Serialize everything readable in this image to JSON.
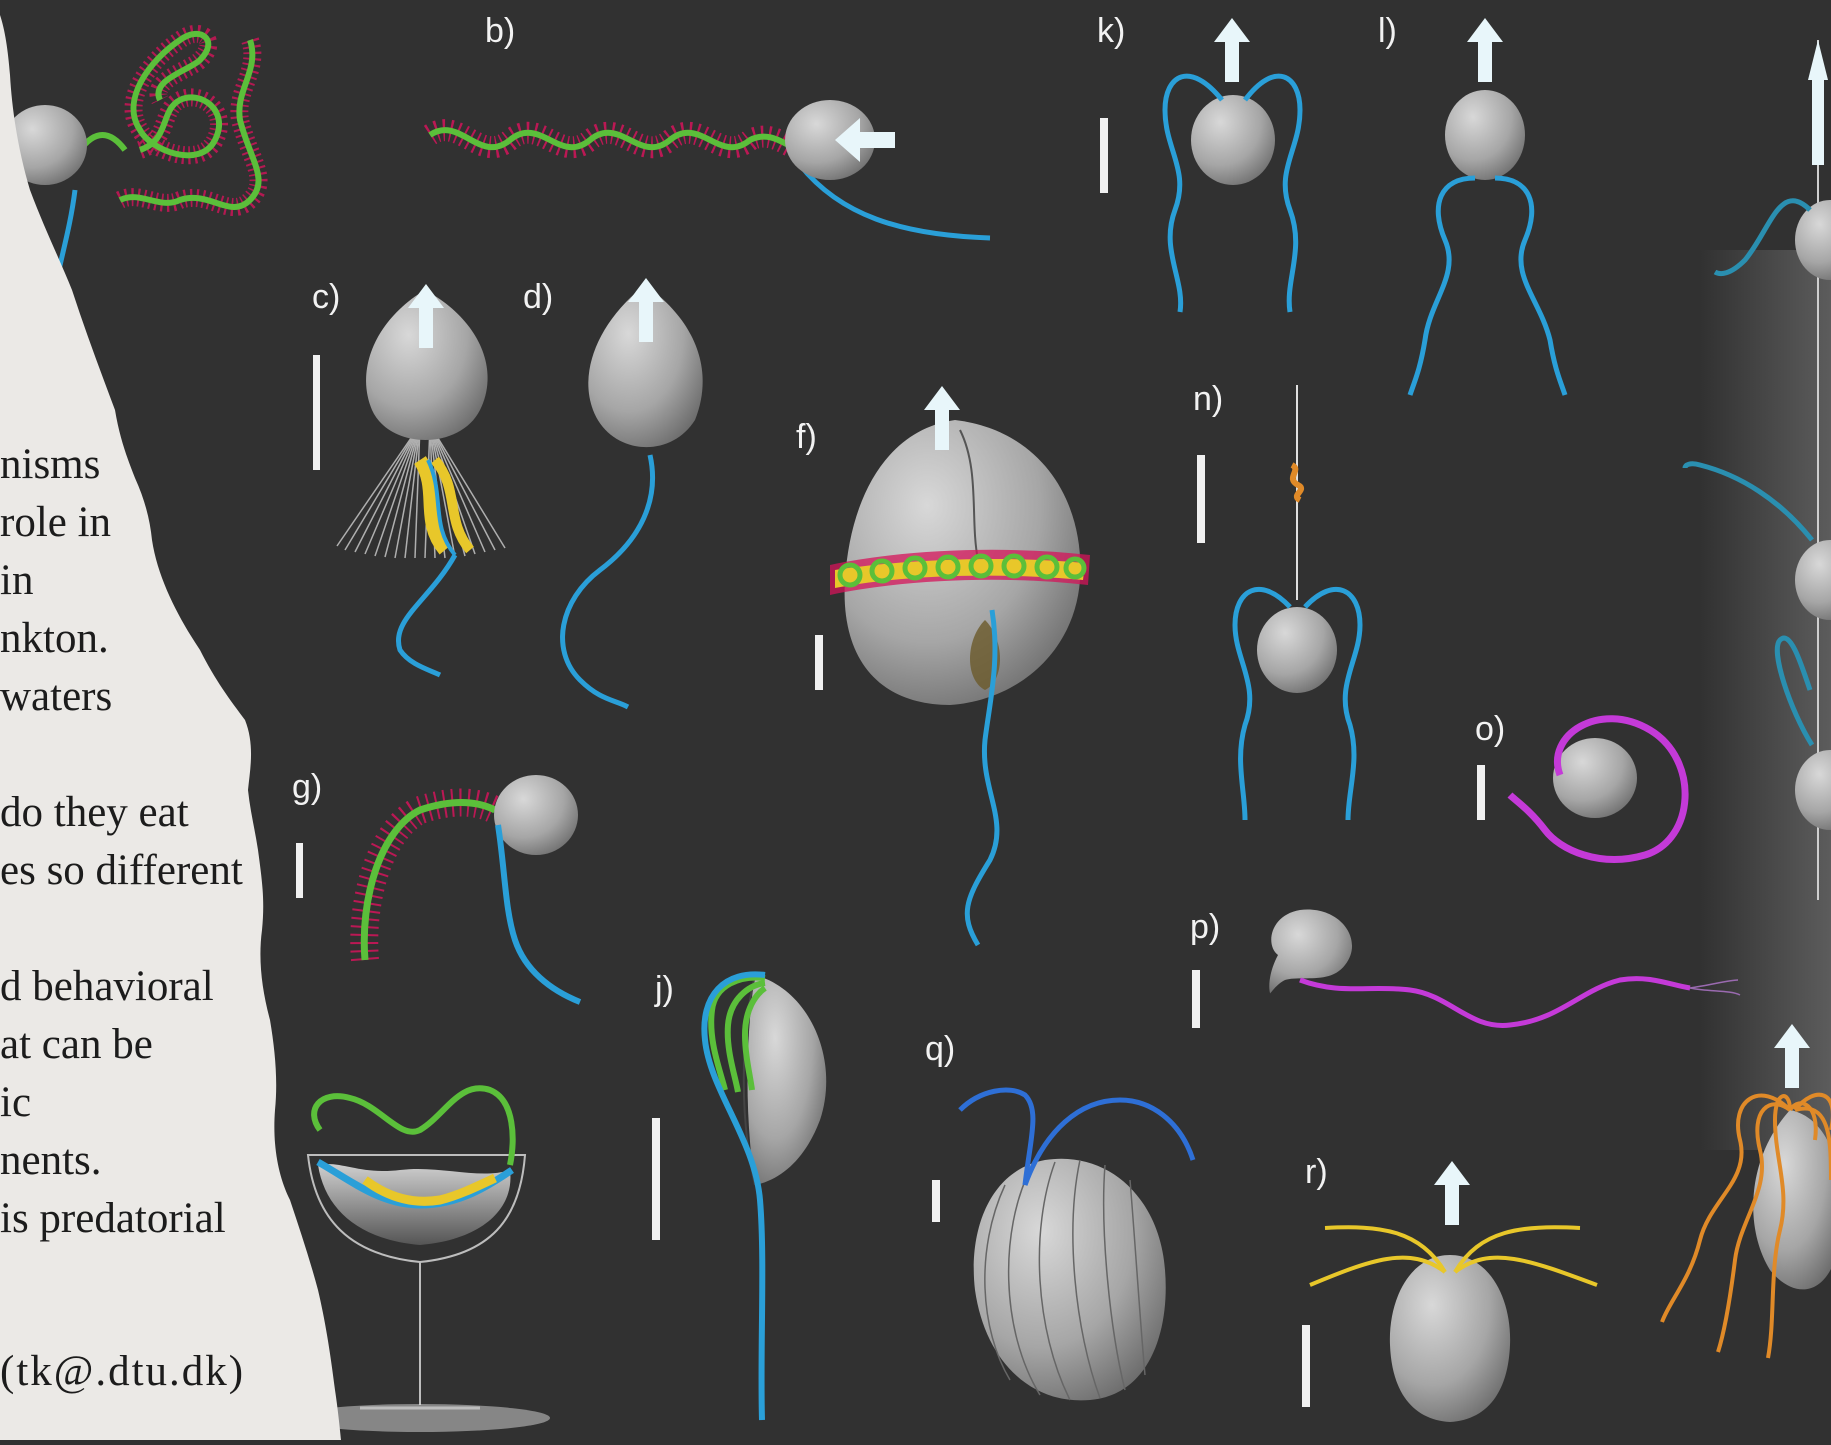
{
  "panels": {
    "b": "b)",
    "c": "c)",
    "d": "d)",
    "f": "f)",
    "g": "g)",
    "j": "j)",
    "k": "k)",
    "l": "l)",
    "n": "n)",
    "o": "o)",
    "p": "p)",
    "q": "q)",
    "r": "r)"
  },
  "paper_text": {
    "lines": [
      "nisms",
      " role in",
      "in",
      "nkton.",
      "waters",
      " do they eat",
      "es so different",
      "d behavioral",
      "at can be",
      "ic",
      "nents.",
      "is predatorial",
      "(tk@.dtu.dk)"
    ]
  },
  "colors": {
    "background": "#313131",
    "paper": "#ebe9e6",
    "flagellum_blue": "#2a9fd8",
    "cilia_green": "#5bbf3a",
    "hair_pink": "#d4145a",
    "magenta": "#c43ad8",
    "yellow": "#e8c72a",
    "orange": "#e08a28",
    "cell_gray": "#a8a8a8",
    "arrow": "#e8f6fa"
  }
}
